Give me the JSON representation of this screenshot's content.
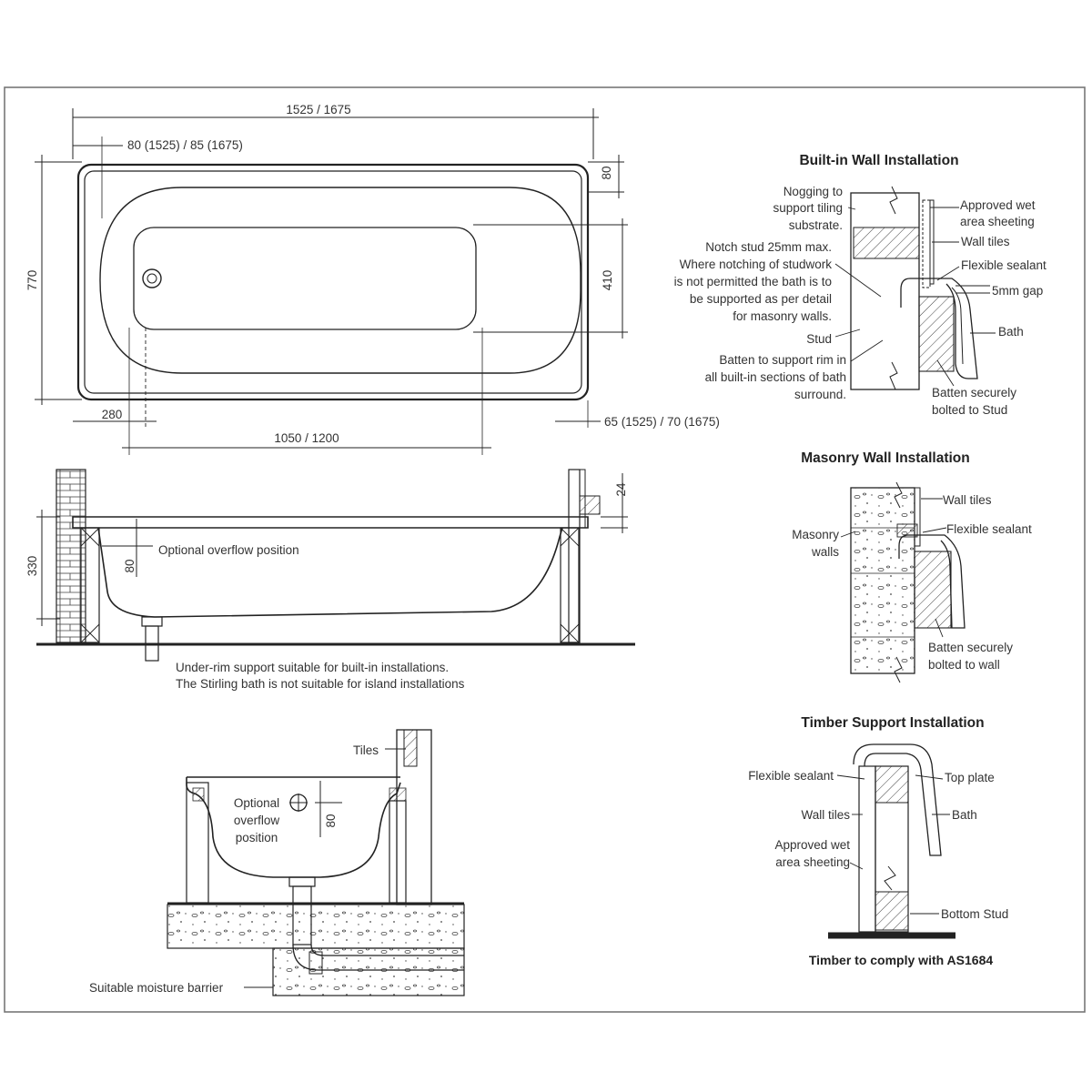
{
  "plan": {
    "overall_length": "1525 / 1675",
    "end_rim": "80 (1525) / 85 (1675)",
    "side_rim": "80",
    "width": "770",
    "inner_width": "410",
    "waste_offset": "280",
    "floor_length": "1050 / 1200",
    "foot_rim": "65 (1525) / 70 (1675)"
  },
  "elevation": {
    "rim_height": "24",
    "depth": "330",
    "overflow_drop": "80",
    "overflow_label": "Optional overflow position",
    "note_line1": "Under-rim support suitable for built-in installations.",
    "note_line2": "The Stirling bath is not suitable for island installations"
  },
  "section": {
    "tiles": "Tiles",
    "overflow_l1": "Optional",
    "overflow_l2": "overflow",
    "overflow_l3": "position",
    "overflow_drop": "80",
    "moisture_barrier": "Suitable moisture barrier"
  },
  "builtin": {
    "title": "Built-in Wall Installation",
    "nogging_l1": "Nogging to",
    "nogging_l2": "support tiling",
    "nogging_l3": "substrate.",
    "notch_l1": "Notch stud 25mm max.",
    "notch_l2": "Where notching of studwork",
    "notch_l3": "is not permitted the bath is to",
    "notch_l4": "be supported as per detail",
    "notch_l5": "for masonry walls.",
    "stud": "Stud",
    "batten_l1": "Batten to support rim in",
    "batten_l2": "all built-in sections of bath",
    "batten_l3": "surround.",
    "approved_l1": "Approved wet",
    "approved_l2": "area sheeting",
    "wall_tiles": "Wall tiles",
    "sealant": "Flexible sealant",
    "gap": "5mm gap",
    "bath": "Bath",
    "bolted_l1": "Batten securely",
    "bolted_l2": "bolted to Stud"
  },
  "masonry": {
    "title": "Masonry Wall Installation",
    "wall_tiles": "Wall tiles",
    "sealant": "Flexible sealant",
    "walls_l1": "Masonry",
    "walls_l2": "walls",
    "bolted_l1": "Batten securely",
    "bolted_l2": "bolted to wall"
  },
  "timber": {
    "title": "Timber Support Installation",
    "sealant": "Flexible sealant",
    "top_plate": "Top plate",
    "wall_tiles": "Wall tiles",
    "bath": "Bath",
    "approved_l1": "Approved wet",
    "approved_l2": "area sheeting",
    "bottom_stud": "Bottom Stud",
    "compliance": "Timber to comply with AS1684"
  }
}
